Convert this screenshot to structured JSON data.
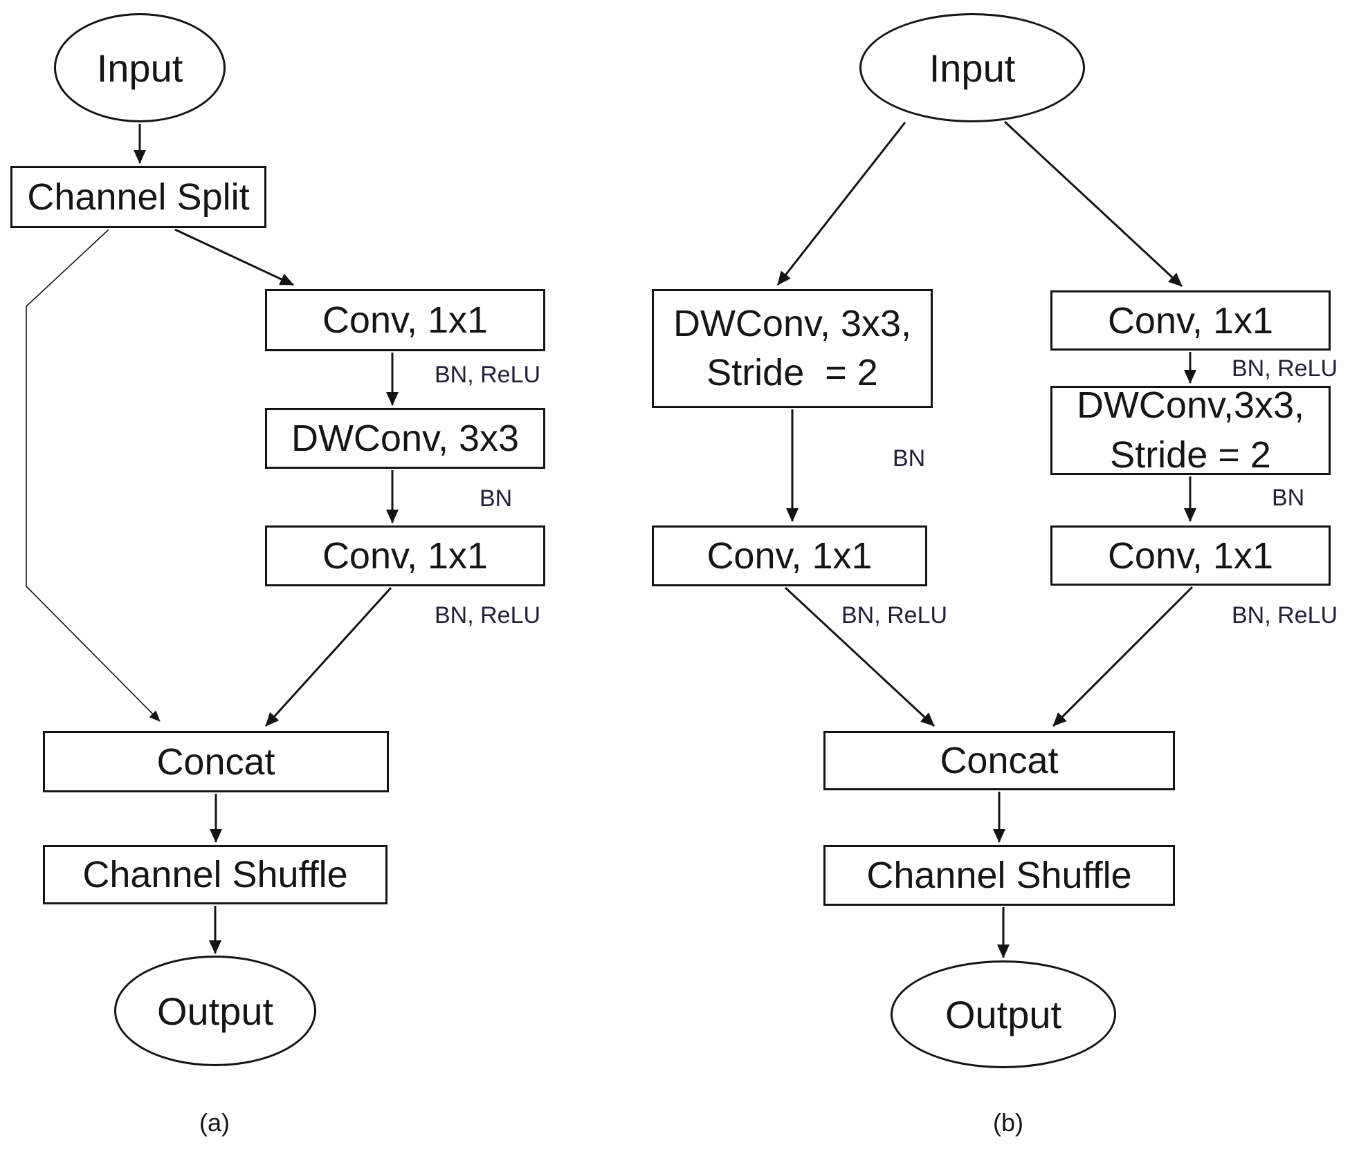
{
  "figure": {
    "captions": {
      "a": "(a)",
      "b": "(b)"
    }
  },
  "diagram_a": {
    "input_label": "Input",
    "channel_split_label": "Channel Split",
    "conv1_label": "Conv, 1x1",
    "conv1_annotation": "BN, ReLU",
    "dwconv_label": "DWConv, 3x3",
    "dwconv_annotation": "BN",
    "conv2_label": "Conv, 1x1",
    "conv2_annotation": "BN, ReLU",
    "concat_label": "Concat",
    "channel_shuffle_label": "Channel Shuffle",
    "output_label": "Output"
  },
  "diagram_b": {
    "input_label": "Input",
    "left_branch": {
      "dwconv_line1": "DWConv, 3x3,",
      "dwconv_line2": "Stride  = 2",
      "dwconv_annotation": "BN",
      "conv_label": "Conv, 1x1",
      "conv_annotation": "BN, ReLU"
    },
    "right_branch": {
      "conv1_label": "Conv, 1x1",
      "conv1_annotation": "BN, ReLU",
      "dwconv_line1": "DWConv,3x3,",
      "dwconv_line2": "Stride = 2",
      "dwconv_annotation": "BN",
      "conv2_label": "Conv, 1x1",
      "conv2_annotation": "BN, ReLU"
    },
    "concat_label": "Concat",
    "channel_shuffle_label": "Channel Shuffle",
    "output_label": "Output"
  }
}
